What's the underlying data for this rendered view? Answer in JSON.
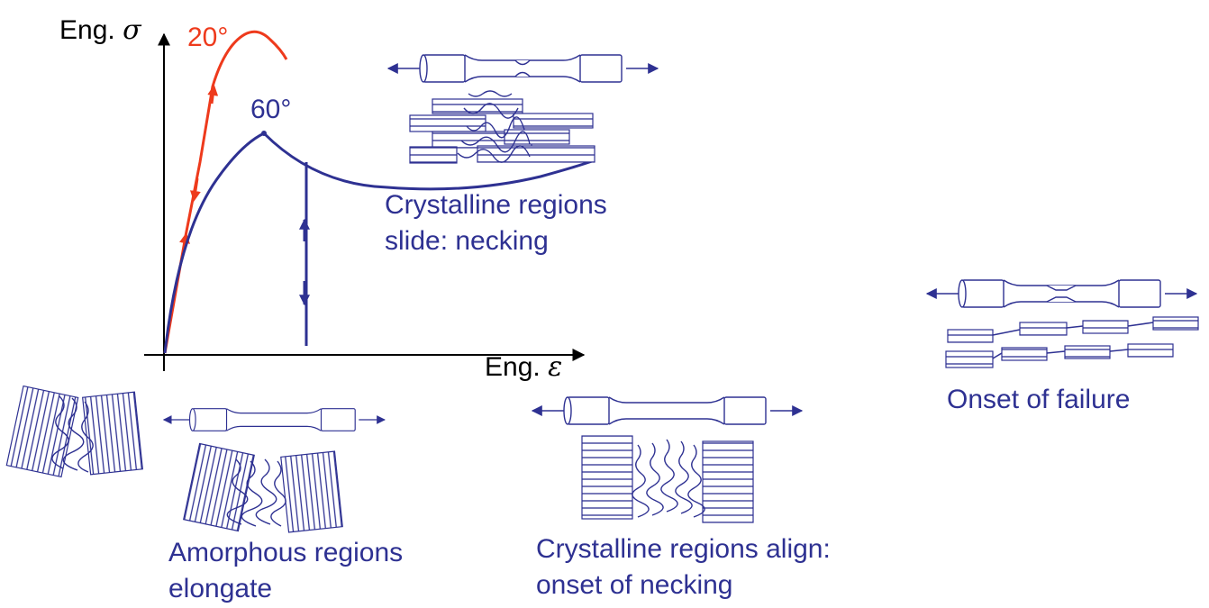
{
  "colors": {
    "blue": "#2e3192",
    "red": "#ee3a1c",
    "axis": "#000000"
  },
  "graph": {
    "y_axis_label": "Eng. ",
    "y_axis_symbol": "σ",
    "x_axis_label": "Eng. ",
    "x_axis_symbol": "ε",
    "curve_20_label": "20°",
    "curve_60_label": "60°"
  },
  "stages": {
    "stage_necking": {
      "line1": "Crystalline regions",
      "line2": "slide: necking"
    },
    "stage_amorphous": {
      "line1": "Amorphous regions",
      "line2": "elongate"
    },
    "stage_align": {
      "line1": "Crystalline regions align:",
      "line2": "onset of necking"
    },
    "stage_failure": {
      "line1": "Onset of failure"
    }
  },
  "icons": [
    "tensile-specimen-icon",
    "lamellae-icon",
    "double-arrow-icon"
  ]
}
